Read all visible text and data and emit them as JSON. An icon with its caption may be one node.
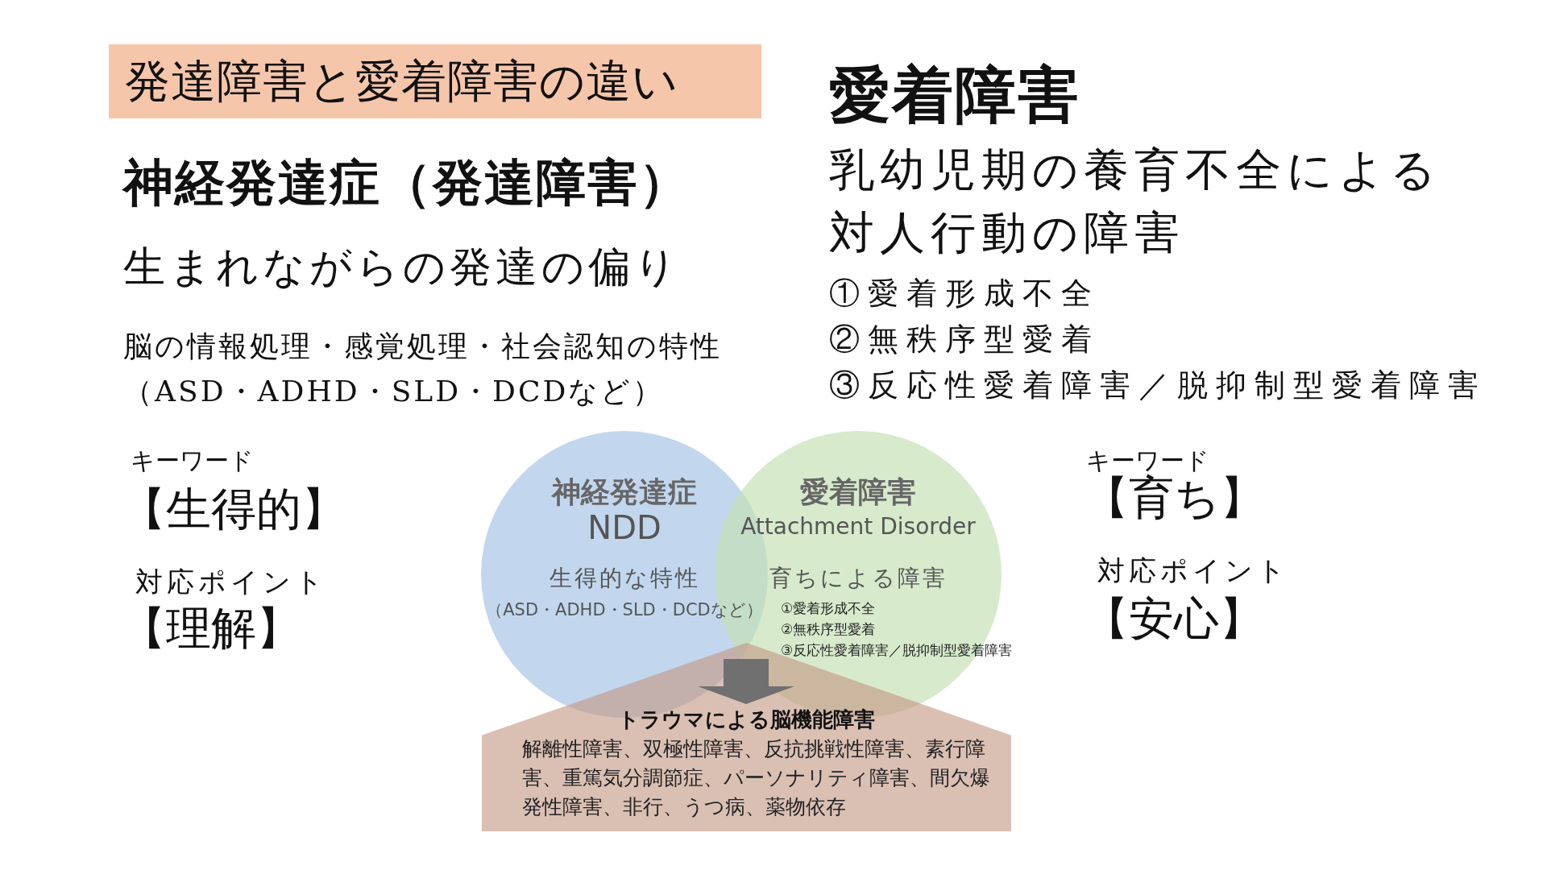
{
  "diagram": {
    "nodes": [
      {
        "text": [
          "発達障害と愛着障害の違い"
        ]
      },
      {
        "text": [
          "神経発達症",
          "NDD",
          "生得的な特性",
          "（ASD・ADHD・SLD・DCDなど）"
        ]
      },
      {
        "text": [
          "愛着障害",
          "Attachment Disorder",
          "育ちによる障害",
          "①愛着形成不全",
          "②無秩序型愛着",
          "③反応性愛着障害／脱抑制型愛着障害"
        ]
      },
      {
        "text": [
          "トラウマによる脳機能障害",
          "解離性障害、双極性障害、反抗挑戦性障害、素行障害、重篤気分調節症、パーソナリティ障害、間欠爆発性障害、非行、うつ病、薬物依存"
        ]
      }
    ],
    "edges": [
      {
        "from": 1,
        "to": 3,
        "arrow": "to"
      },
      {
        "from": 2,
        "to": 3,
        "arrow": "to"
      }
    ],
    "labels": [
      "神経発達症（発達障害）",
      "生まれながらの発達の偏り",
      "脳の情報処理・感覚処理・社会認知の特性（ASD・ADHD・SLD・DCDなど）",
      "キーワード",
      "【生得的】",
      "対応ポイント",
      "【理解】",
      "愛着障害",
      "乳幼児期の養育不全による対人行動の障害",
      "①愛着形成不全",
      "②無秩序型愛着",
      "③反応性愛着障害／脱抑制型愛着障害",
      "キーワード",
      "【育ち】",
      "対応ポイント",
      "【安心】"
    ]
  }
}
